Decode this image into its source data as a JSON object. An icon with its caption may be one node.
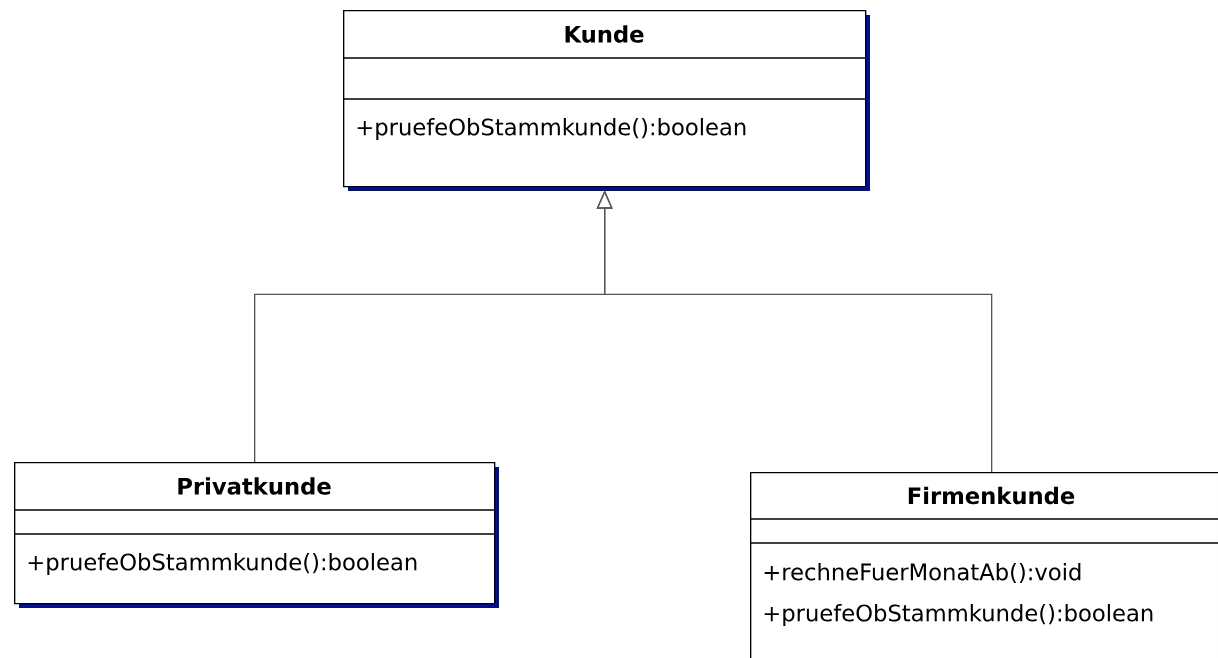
{
  "diagram": {
    "nodes": [
      {
        "text": [
          "Kunde",
          "+pruefeObStammkunde():boolean"
        ]
      },
      {
        "text": [
          "Privatkunde",
          "+pruefeObStammkunde():boolean"
        ]
      },
      {
        "text": [
          "Firmenkunde",
          "+rechneFuerMonatAb():void",
          "+pruefeObStammkunde():boolean"
        ]
      }
    ],
    "edges": [
      {
        "from": 1,
        "to": 0,
        "arrow": "to"
      },
      {
        "from": 2,
        "to": 0,
        "arrow": "to"
      }
    ]
  }
}
